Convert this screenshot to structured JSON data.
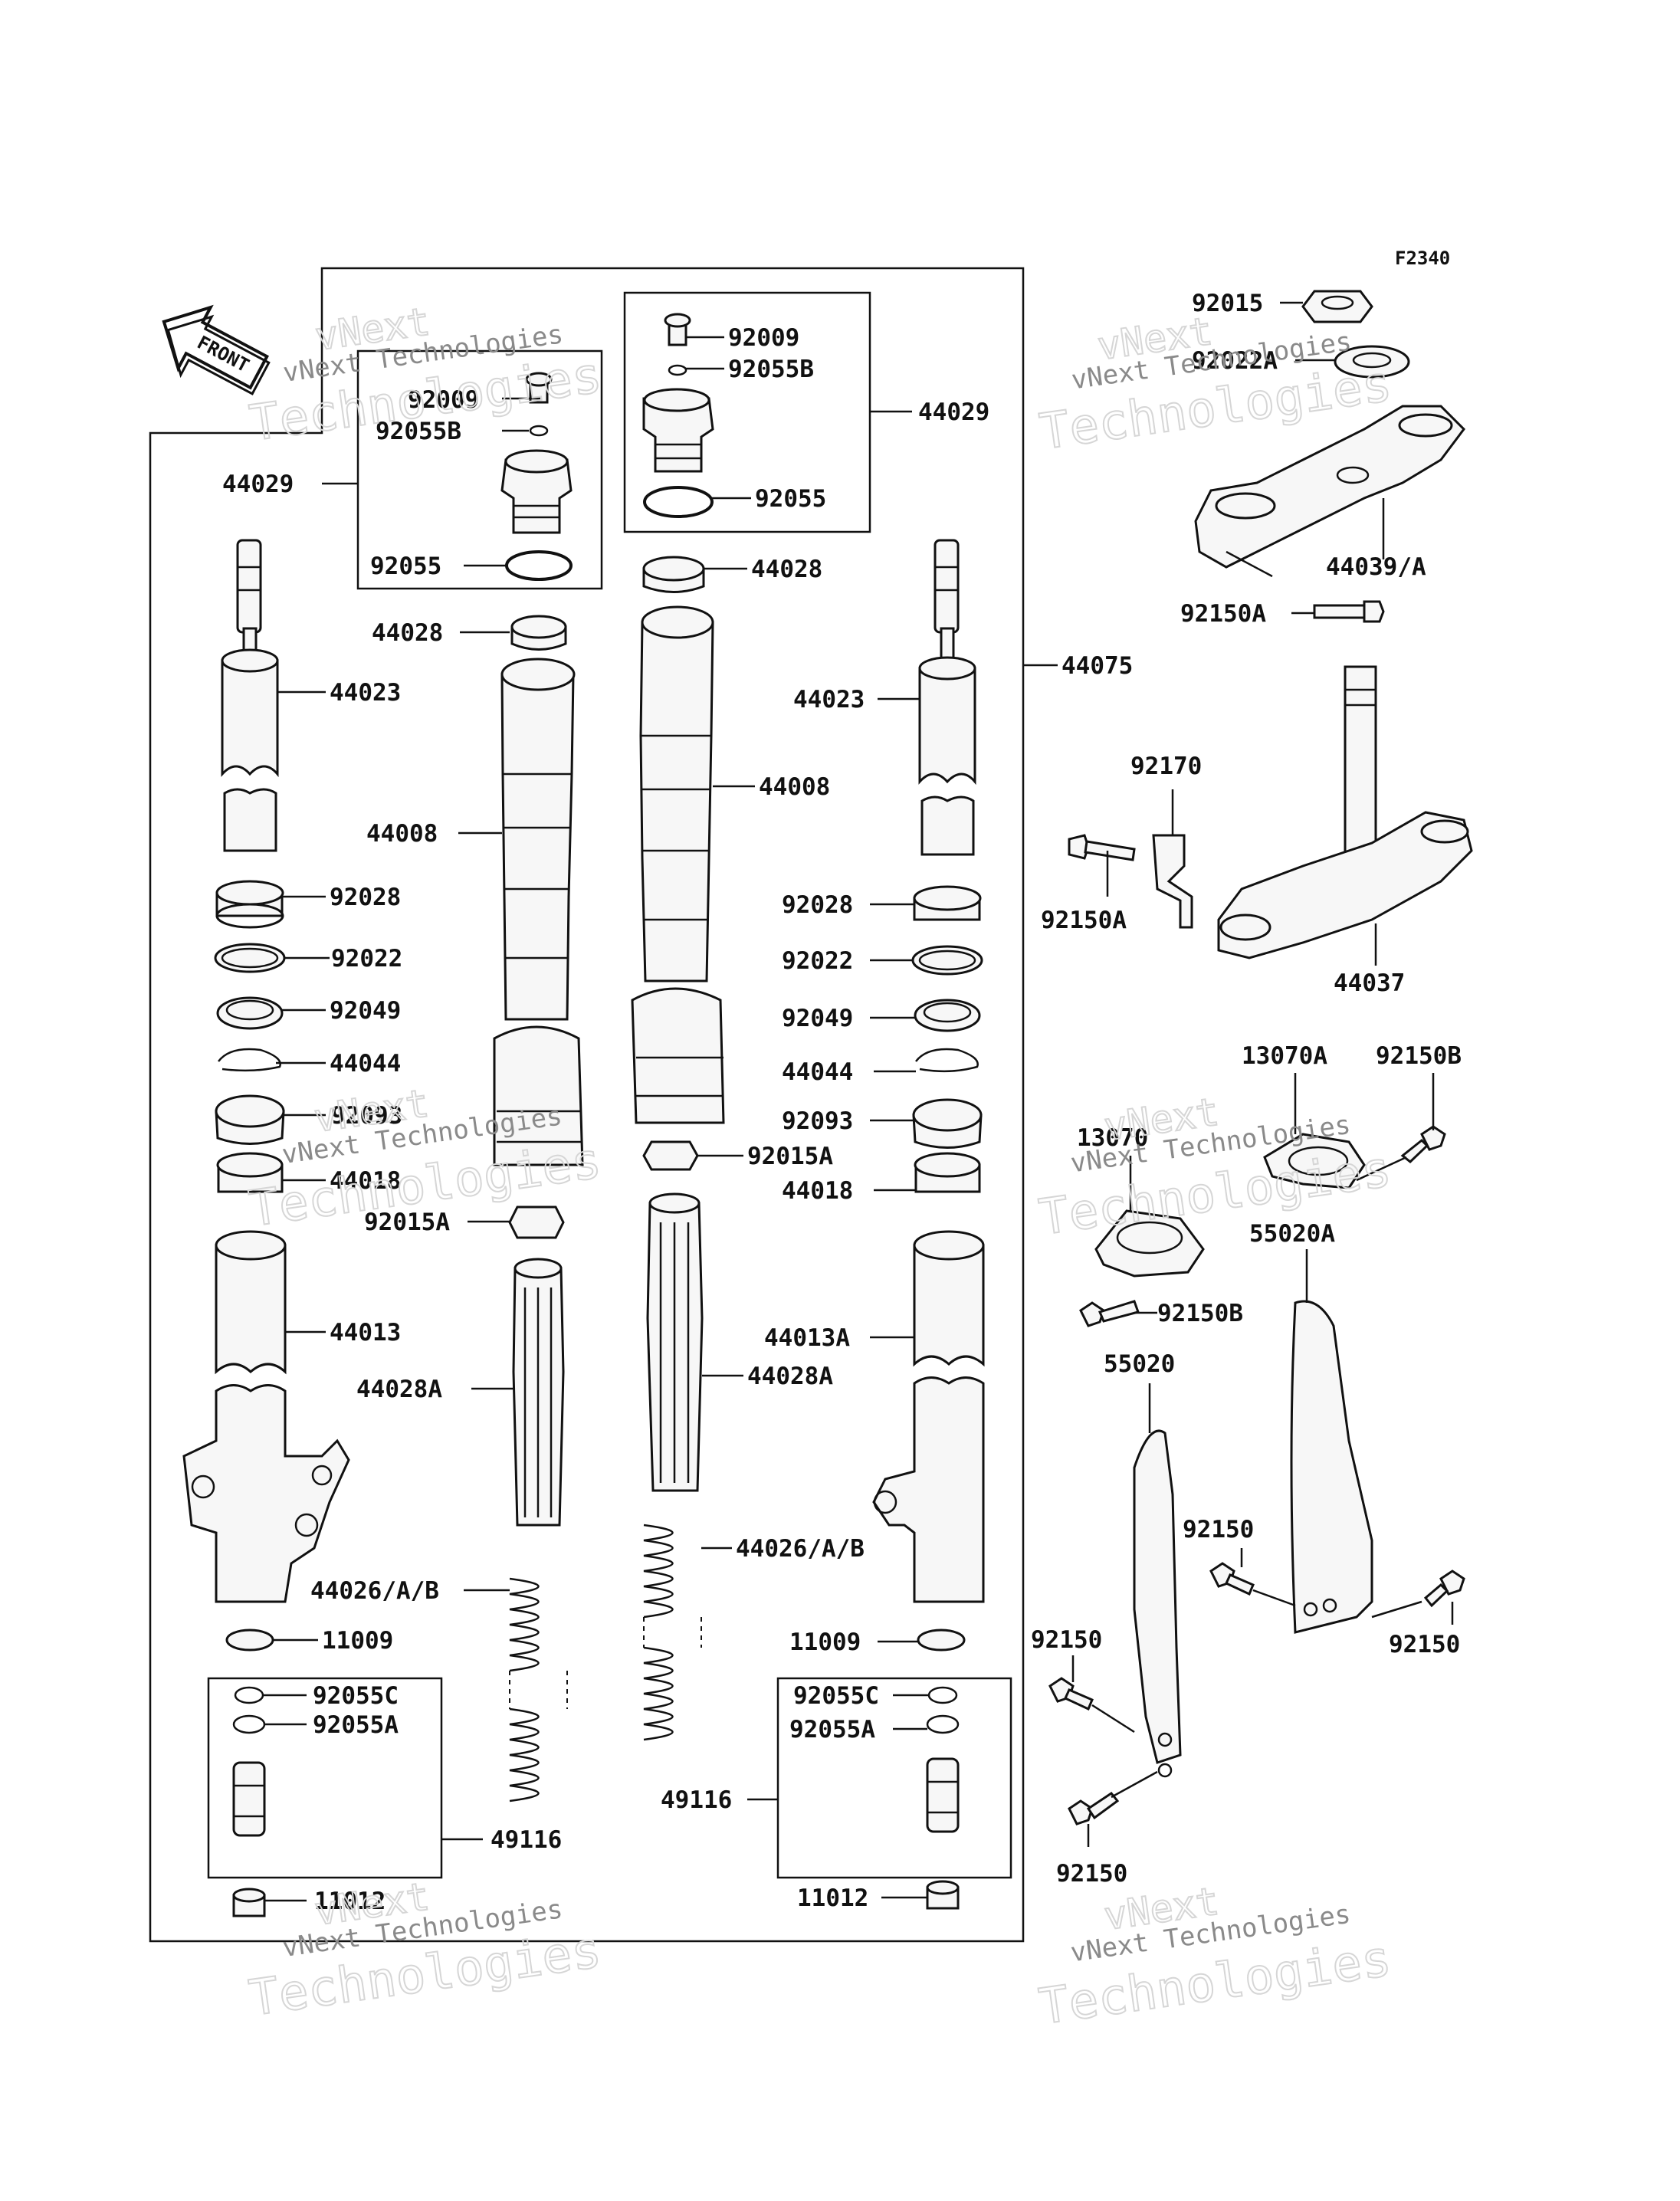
{
  "figure_code": "F2340",
  "front_arrow_label": "FRONT",
  "watermark": {
    "line1": "vNext Technologies",
    "line2": "vNext",
    "line3": "Technologies"
  },
  "labels": {
    "l_92009": "92009",
    "l_92055B": "92055B",
    "l_44029": "44029",
    "l_92055": "92055",
    "l_44028": "44028",
    "l_44023": "44023",
    "l_44008": "44008",
    "l_92028": "92028",
    "l_92022": "92022",
    "l_92049": "92049",
    "l_44044": "44044",
    "l_92093": "92093",
    "l_44018": "44018",
    "l_92015A": "92015A",
    "l_44013": "44013",
    "l_44028A": "44028A",
    "l_44026AB": "44026/A/B",
    "l_11009": "11009",
    "l_92055C": "92055C",
    "l_92055A": "92055A",
    "l_49116": "49116",
    "l_11012": "11012",
    "r_92009": "92009",
    "r_92055B": "92055B",
    "r_44029": "44029",
    "r_92055": "92055",
    "r_44028": "44028",
    "r_44075": "44075",
    "r_44023": "44023",
    "r_44008": "44008",
    "r_92028": "92028",
    "r_92022": "92022",
    "r_92049": "92049",
    "r_44044": "44044",
    "r_92093": "92093",
    "r_92015A": "92015A",
    "r_44018": "44018",
    "r_44013A": "44013A",
    "r_44028A": "44028A",
    "r_44026AB": "44026/A/B",
    "r_11009": "11009",
    "r_92055C": "92055C",
    "r_92055A": "92055A",
    "r_49116": "49116",
    "r_11012": "11012",
    "s_92015": "92015",
    "s_92022A": "92022A",
    "s_44039A": "44039/A",
    "s_92150A_top": "92150A",
    "s_92170": "92170",
    "s_92150A_mid": "92150A",
    "s_44037": "44037",
    "s_13070A": "13070A",
    "s_92150B_top": "92150B",
    "s_13070": "13070",
    "s_92150B_bot": "92150B",
    "s_55020A": "55020A",
    "s_55020": "55020",
    "s_92150_a": "92150",
    "s_92150_b": "92150",
    "s_92150_c": "92150",
    "s_92150_d": "92150"
  }
}
